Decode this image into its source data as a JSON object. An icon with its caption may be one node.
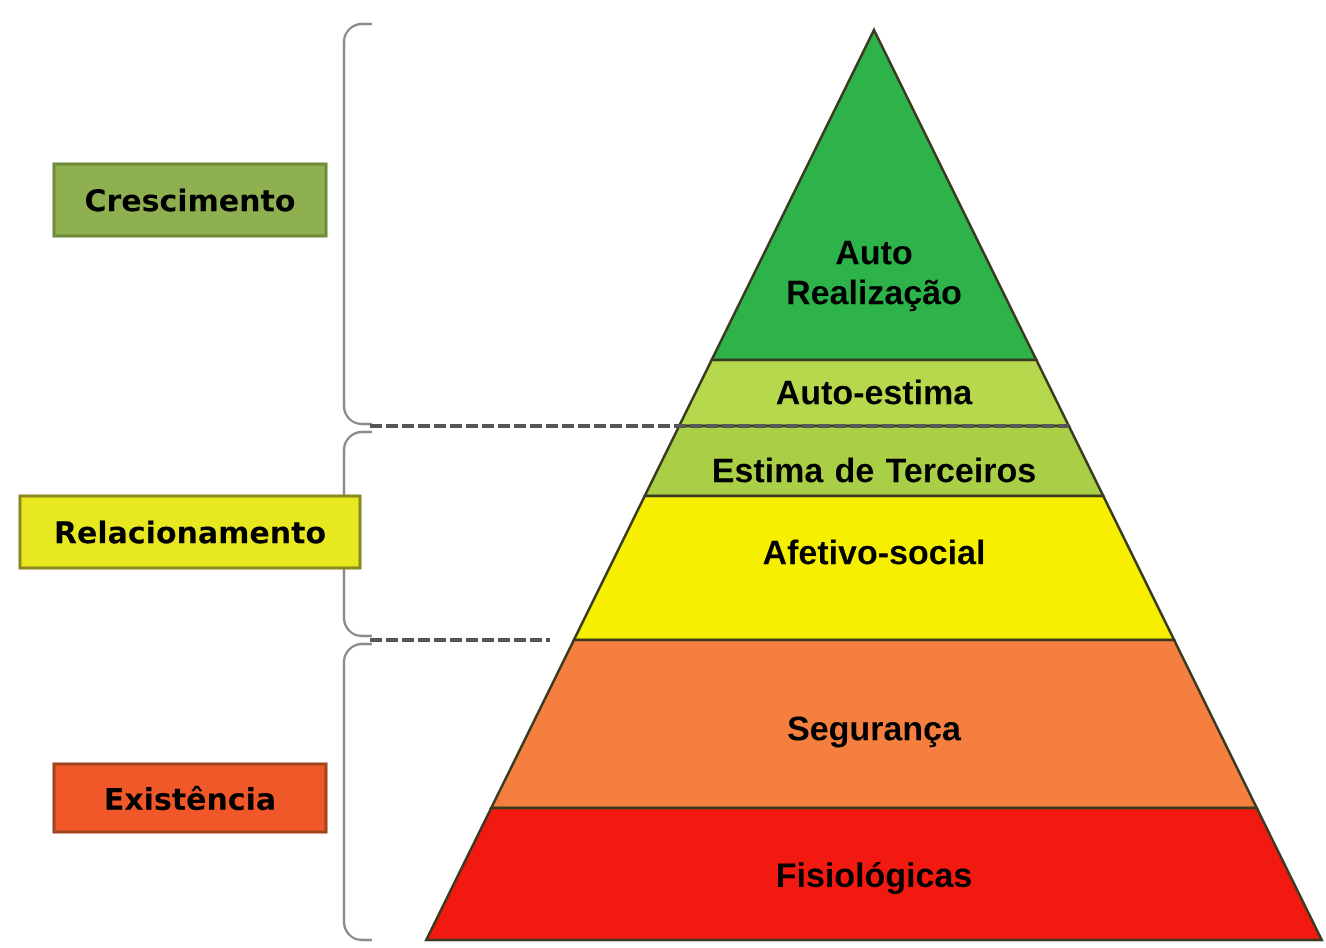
{
  "diagram": {
    "nodes": [
      {
        "text": [
          "Crescimento"
        ]
      },
      {
        "text": [
          "Relacionamento"
        ]
      },
      {
        "text": [
          "Existência"
        ]
      },
      {
        "text": [
          "Auto Realização"
        ]
      },
      {
        "text": [
          "Auto-estima"
        ]
      },
      {
        "text": [
          "Estima de Terceiros"
        ]
      },
      {
        "text": [
          "Afetivo-social"
        ]
      },
      {
        "text": [
          "Segurança"
        ]
      },
      {
        "text": [
          "Fisiológicas"
        ]
      }
    ]
  }
}
